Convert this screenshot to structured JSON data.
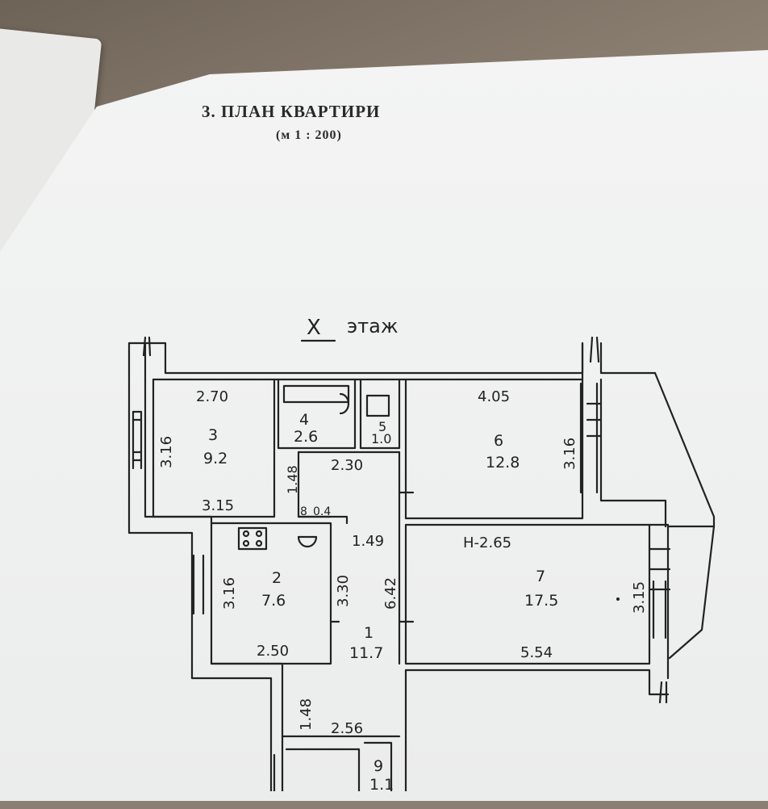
{
  "document": {
    "title": "3. ПЛАН КВАРТИРИ",
    "scale": "(м 1 : 200)"
  },
  "floor": {
    "number": "X",
    "word": "этаж"
  },
  "rooms": [
    {
      "id": "room-3",
      "number": "3",
      "area": "9.2"
    },
    {
      "id": "room-4",
      "number": "4",
      "area": "2.6"
    },
    {
      "id": "room-5",
      "number": "5",
      "area": "1.0"
    },
    {
      "id": "room-6",
      "number": "6",
      "area": "12.8"
    },
    {
      "id": "room-8",
      "number": "8",
      "area": "0.4"
    },
    {
      "id": "room-2",
      "number": "2",
      "area": "7.6"
    },
    {
      "id": "room-1",
      "number": "1",
      "area": "11.7"
    },
    {
      "id": "room-7",
      "number": "7",
      "area": "17.5"
    },
    {
      "id": "room-9",
      "number": "9",
      "area": "1.1"
    }
  ],
  "dimensions": {
    "r3_top": "2.70",
    "r3_side": "3.16",
    "r3_bottom": "3.15",
    "r6_top": "4.05",
    "r6_side": "3.16",
    "corr_top": "2.30",
    "corr_side": "1.48",
    "corr_width": "1.49",
    "r2_side": "3.16",
    "r2_inner": "3.30",
    "r2_bottom": "2.50",
    "hall_length": "6.42",
    "ceiling_height": "H-2.65",
    "r7_side": "3.15",
    "r7_bottom": "5.54",
    "lower_side": "1.48",
    "lower_top": "2.56"
  },
  "colors": {
    "paper": "#f1f2f1",
    "ink": "#222222"
  }
}
